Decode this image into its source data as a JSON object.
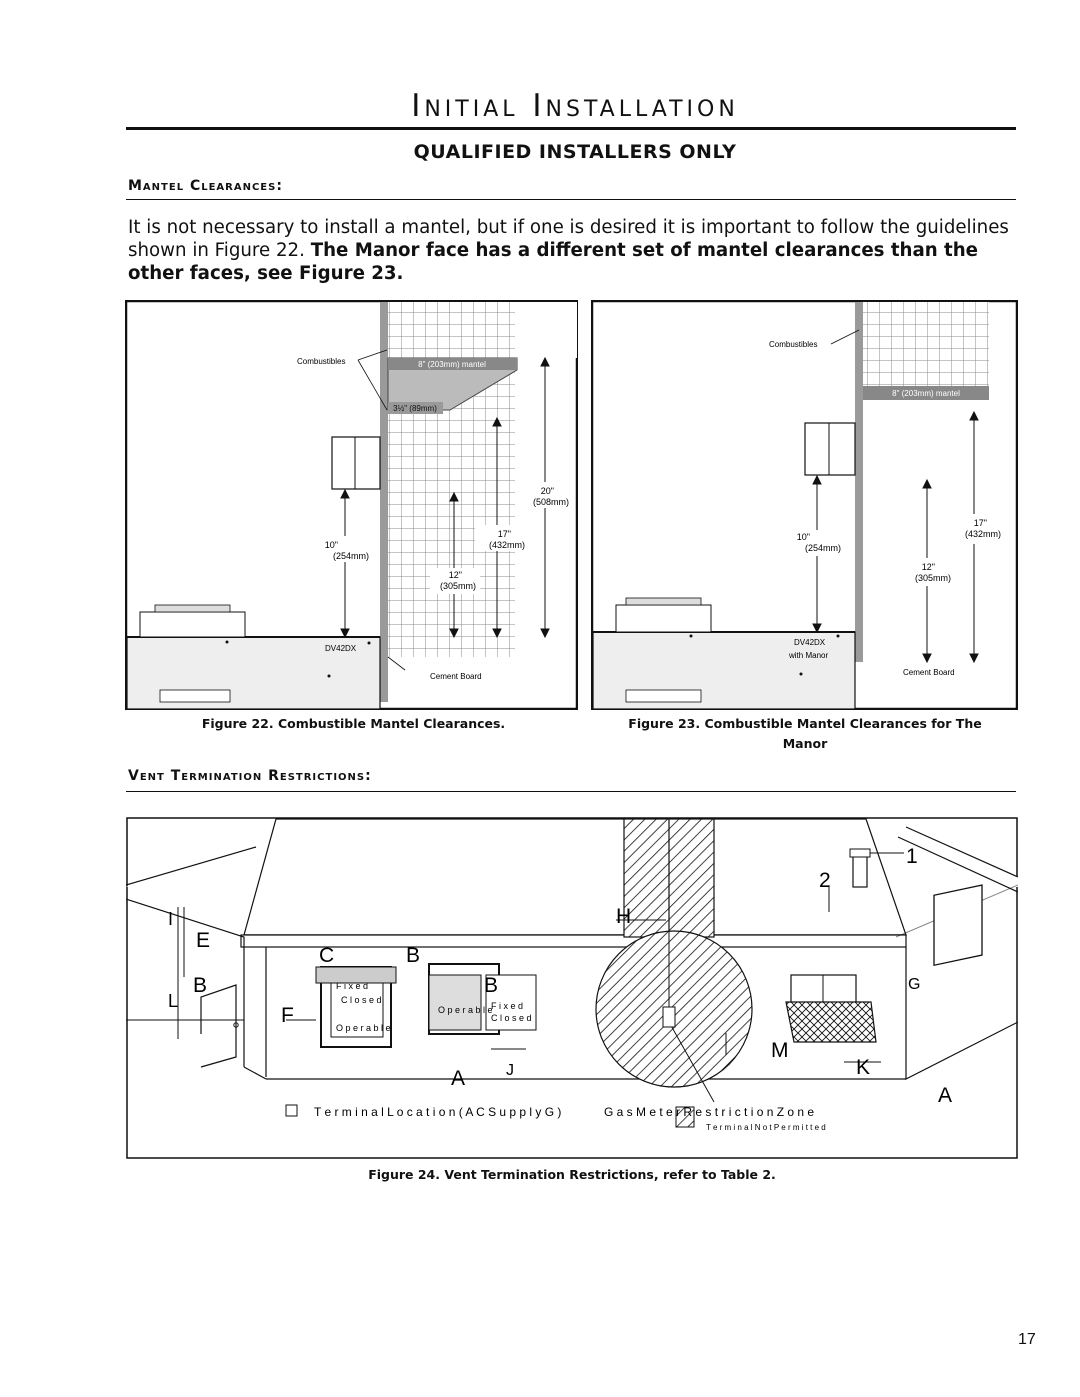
{
  "page": {
    "title": "Initial Installation",
    "subtitle": "QUALIFIED INSTALLERS ONLY",
    "page_number": "17"
  },
  "mantel_section": {
    "heading": "Mantel Clearances:",
    "intro_plain": "It is not necessary to install a mantel, but if one is desired it is important to follow the guidelines shown in Figure 22. ",
    "intro_bold": "The Manor face has a different set of mantel clearances than the other faces, see Figure 23."
  },
  "figure22": {
    "caption": "Figure 22.  Combustible Mantel Clearances.",
    "labels": {
      "combustibles": "Combustibles",
      "mantel": "8\" (203mm) mantel",
      "dim_3half": "3½\" (89mm)",
      "dim_20": "20\"",
      "dim_20mm": "(508mm)",
      "dim_17": "17\"",
      "dim_17mm": "(432mm)",
      "dim_10": "10\"",
      "dim_10mm": "(254mm)",
      "dim_12": "12\"",
      "dim_12mm": "(305mm)",
      "model": "DV42DX",
      "cement_board": "Cement Board"
    }
  },
  "figure23": {
    "caption_line1": "Figure 23.  Combustible Mantel Clearances for The",
    "caption_line2": "Manor",
    "labels": {
      "combustibles": "Combustibles",
      "mantel": "8\" (203mm) mantel",
      "dim_17": "17\"",
      "dim_17mm": "(432mm)",
      "dim_10": "10\"",
      "dim_10mm": "(254mm)",
      "dim_12": "12\"",
      "dim_12mm": "(305mm)",
      "model": "DV42DX",
      "model_sub": "with Manor",
      "cement_board": "Cement Board"
    }
  },
  "vent_section": {
    "heading": "Vent Termination Restrictions:"
  },
  "figure24": {
    "caption": "Figure 24.  Vent Termination Restrictions, refer to Table 2.",
    "letters": {
      "a1": "1",
      "a2": "2",
      "h": "H",
      "i": "I",
      "e": "E",
      "c": "C",
      "b1": "B",
      "b2": "B",
      "b3": "B",
      "l": "L",
      "f": "F",
      "g": "G",
      "m": "M",
      "k": "K",
      "j": "J",
      "a_bottom": "A",
      "a_right": "A"
    },
    "box_labels": {
      "fixed_closed_1": "F i x e d",
      "fixed_closed_2": "C l o s e d",
      "operable_1": "O p e r a b l e",
      "operable_2": "O p e r a b l e",
      "fixed_closed_3": "F i x e d",
      "fixed_closed_4": "C l o s e d"
    },
    "legend": {
      "item1": "T e r m i n a l   L o c a t i o n   ( A C   S u p p l y   G )",
      "item2": "G a s   M e t e r   R e s t r i c t i o n   Z o n e",
      "item2_sub": "T e r m i n a l   N o t   P e r m i t t e d"
    }
  }
}
